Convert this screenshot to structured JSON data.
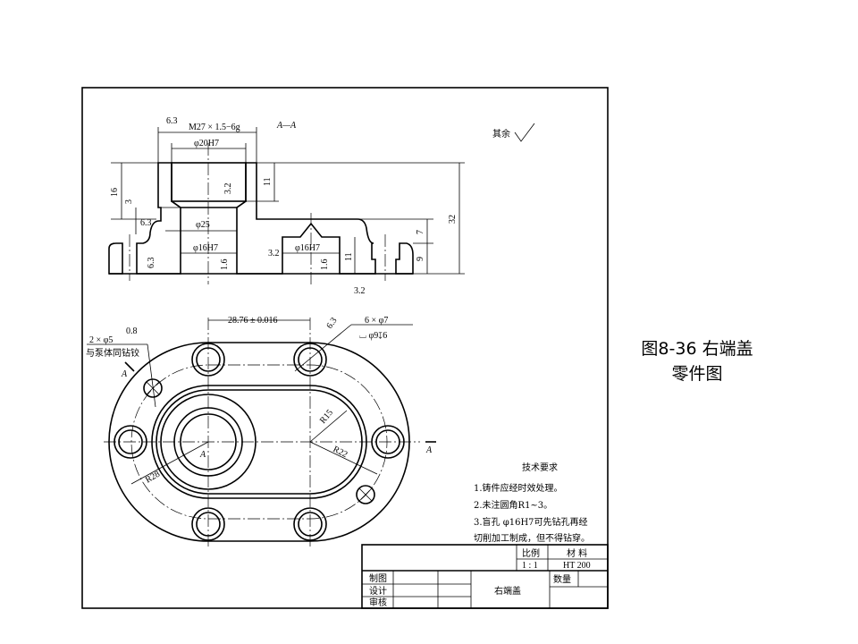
{
  "caption": {
    "line1": "图8-36  右端盖",
    "line2": "零件图"
  },
  "section_view": {
    "title": "A—A",
    "roughness_other": "其余",
    "labels": {
      "thread": "M27 × 1.5−6g",
      "thread_ra": "6.3",
      "bore_top": "φ20H7",
      "bore_mid": "φ25",
      "bore_left": "φ16H7",
      "bore_right": "φ16H7",
      "ra_bore": "3.2",
      "ra_left_step": "6.3",
      "ra_left_face": "6.3",
      "ra_left_bore": "1.6",
      "ra_right_top": "3.2",
      "ra_right_bore": "1.6",
      "ra_bottom": "3.2",
      "dim_16": "16",
      "dim_3": "3",
      "dim_11_top": "11",
      "dim_11_right": "11",
      "dim_32": "32",
      "dim_7": "7",
      "dim_9": "9"
    }
  },
  "plan_view": {
    "labels": {
      "center_distance": "28.76 ± 0.016",
      "pin_holes": "2 × φ5",
      "pin_ra": "0.8",
      "pin_note": "与泵体同钻铰",
      "bolt_holes": "6 × φ7",
      "counterbore": "⌴ φ9↧6",
      "bolt_ra": "6.3",
      "r15": "R15",
      "r22": "R22",
      "r28": "R28",
      "section_mark": "A"
    }
  },
  "tech_requirements": {
    "title": "技术要求",
    "items": [
      "1.铸件应经时效处理。",
      "2.未注圆角R1~3。",
      "3.盲孔 φ16H7可先钻孔再经",
      "切削加工制成，但不得钻穿。"
    ]
  },
  "title_block": {
    "scale_label": "比例",
    "scale_value": "1 : 1",
    "material_label": "材 料",
    "material_value": "HT 200",
    "quantity_label": "数量",
    "part_name": "右端盖",
    "drawn": "制图",
    "designed": "设计",
    "checked": "审核"
  }
}
